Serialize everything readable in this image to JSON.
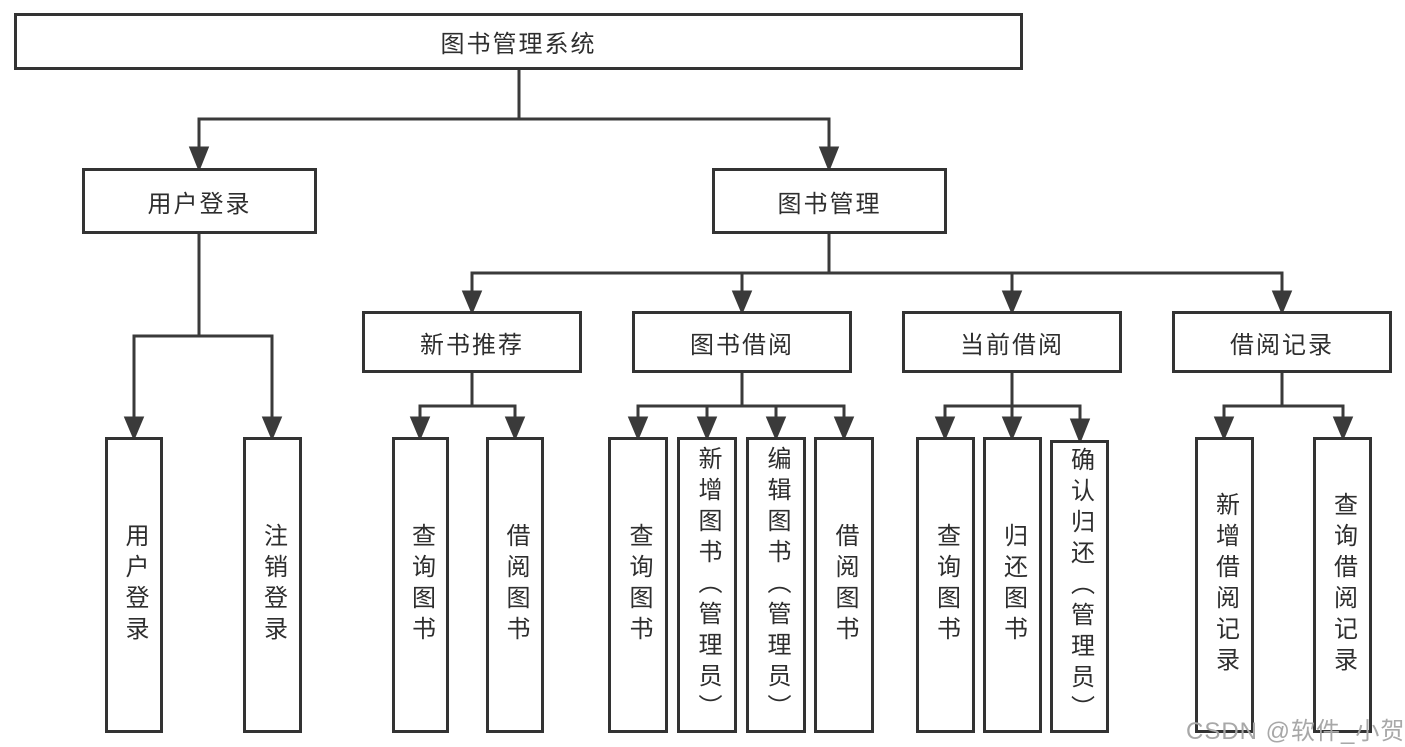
{
  "diagram": {
    "root": {
      "label": "图书管理系统"
    },
    "branches": [
      {
        "label": "用户登录",
        "children": [
          {
            "label": "用户登录"
          },
          {
            "label": "注销登录"
          }
        ]
      },
      {
        "label": "图书管理",
        "children": [
          {
            "label": "新书推荐",
            "children": [
              {
                "label": "查询图书"
              },
              {
                "label": "借阅图书"
              }
            ]
          },
          {
            "label": "图书借阅",
            "children": [
              {
                "label": "查询图书"
              },
              {
                "label": "新增图书（管理员）"
              },
              {
                "label": "编辑图书（管理员）"
              },
              {
                "label": "借阅图书"
              }
            ]
          },
          {
            "label": "当前借阅",
            "children": [
              {
                "label": "查询图书"
              },
              {
                "label": "归还图书"
              },
              {
                "label": "确认归还（管理员）"
              }
            ]
          },
          {
            "label": "借阅记录",
            "children": [
              {
                "label": "新增借阅记录"
              },
              {
                "label": "查询借阅记录"
              }
            ]
          }
        ]
      }
    ]
  },
  "watermark": {
    "text": "CSDN @软件_小贺同学"
  },
  "colors": {
    "line": "#3a3a3a",
    "box_border": "#333333",
    "text": "#2e2e2e",
    "watermark": "#a8a8a8",
    "background": "#ffffff"
  }
}
